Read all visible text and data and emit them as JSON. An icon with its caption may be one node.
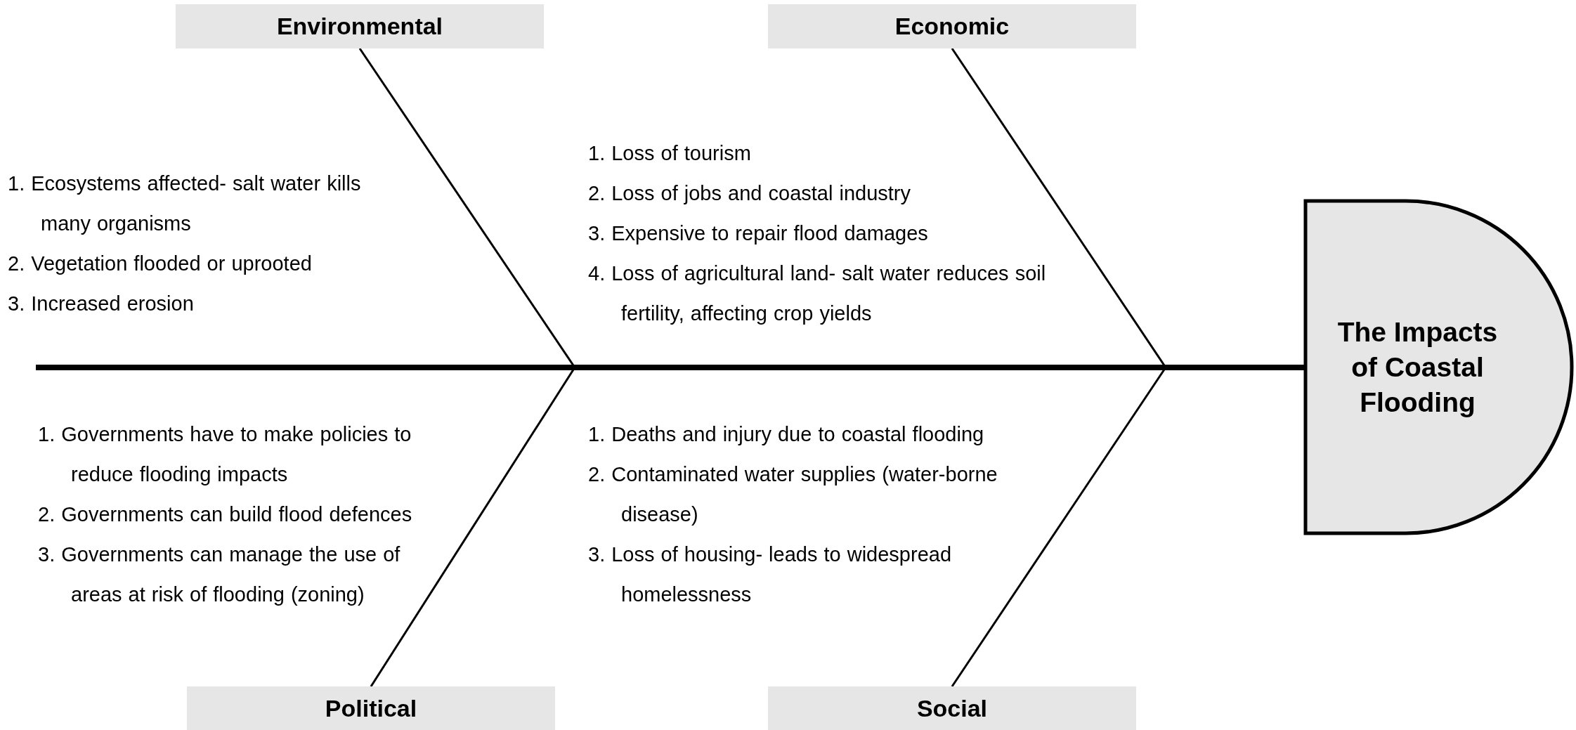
{
  "diagram": {
    "nodes": [
      {
        "text": [
          "Environmental"
        ]
      },
      {
        "text": [
          "Economic"
        ]
      },
      {
        "text": [
          "Political"
        ]
      },
      {
        "text": [
          "Social"
        ]
      },
      {
        "text": [
          "The Impacts of Coastal Flooding"
        ]
      }
    ],
    "edges": [
      {
        "from": 0,
        "to": null,
        "arrow": "none"
      },
      {
        "from": 1,
        "to": null,
        "arrow": "none"
      },
      {
        "from": 2,
        "to": null,
        "arrow": "none"
      },
      {
        "from": 3,
        "to": null,
        "arrow": "none"
      },
      {
        "from": null,
        "to": 4,
        "arrow": "none",
        "style": "thick"
      }
    ],
    "labels": [
      "1. Ecosystems affected- salt water kills many organisms",
      "2. Vegetation flooded or uprooted",
      "3. Increased erosion",
      "1. Loss of tourism",
      "2. Loss of jobs and coastal industry",
      "3. Expensive to repair flood damages",
      "4. Loss of agricultural land- salt water reduces soil fertility, affecting crop yields",
      "1. Governments have to make policies to reduce flooding impacts",
      "2. Governments can build flood defences",
      "3. Governments can manage the use of areas at risk of flooding (zoning)",
      "1. Deaths and injury due to coastal flooding",
      "2. Contaminated water supplies (water-borne disease)",
      "3. Loss of housing- leads to widespread homelessness"
    ]
  }
}
